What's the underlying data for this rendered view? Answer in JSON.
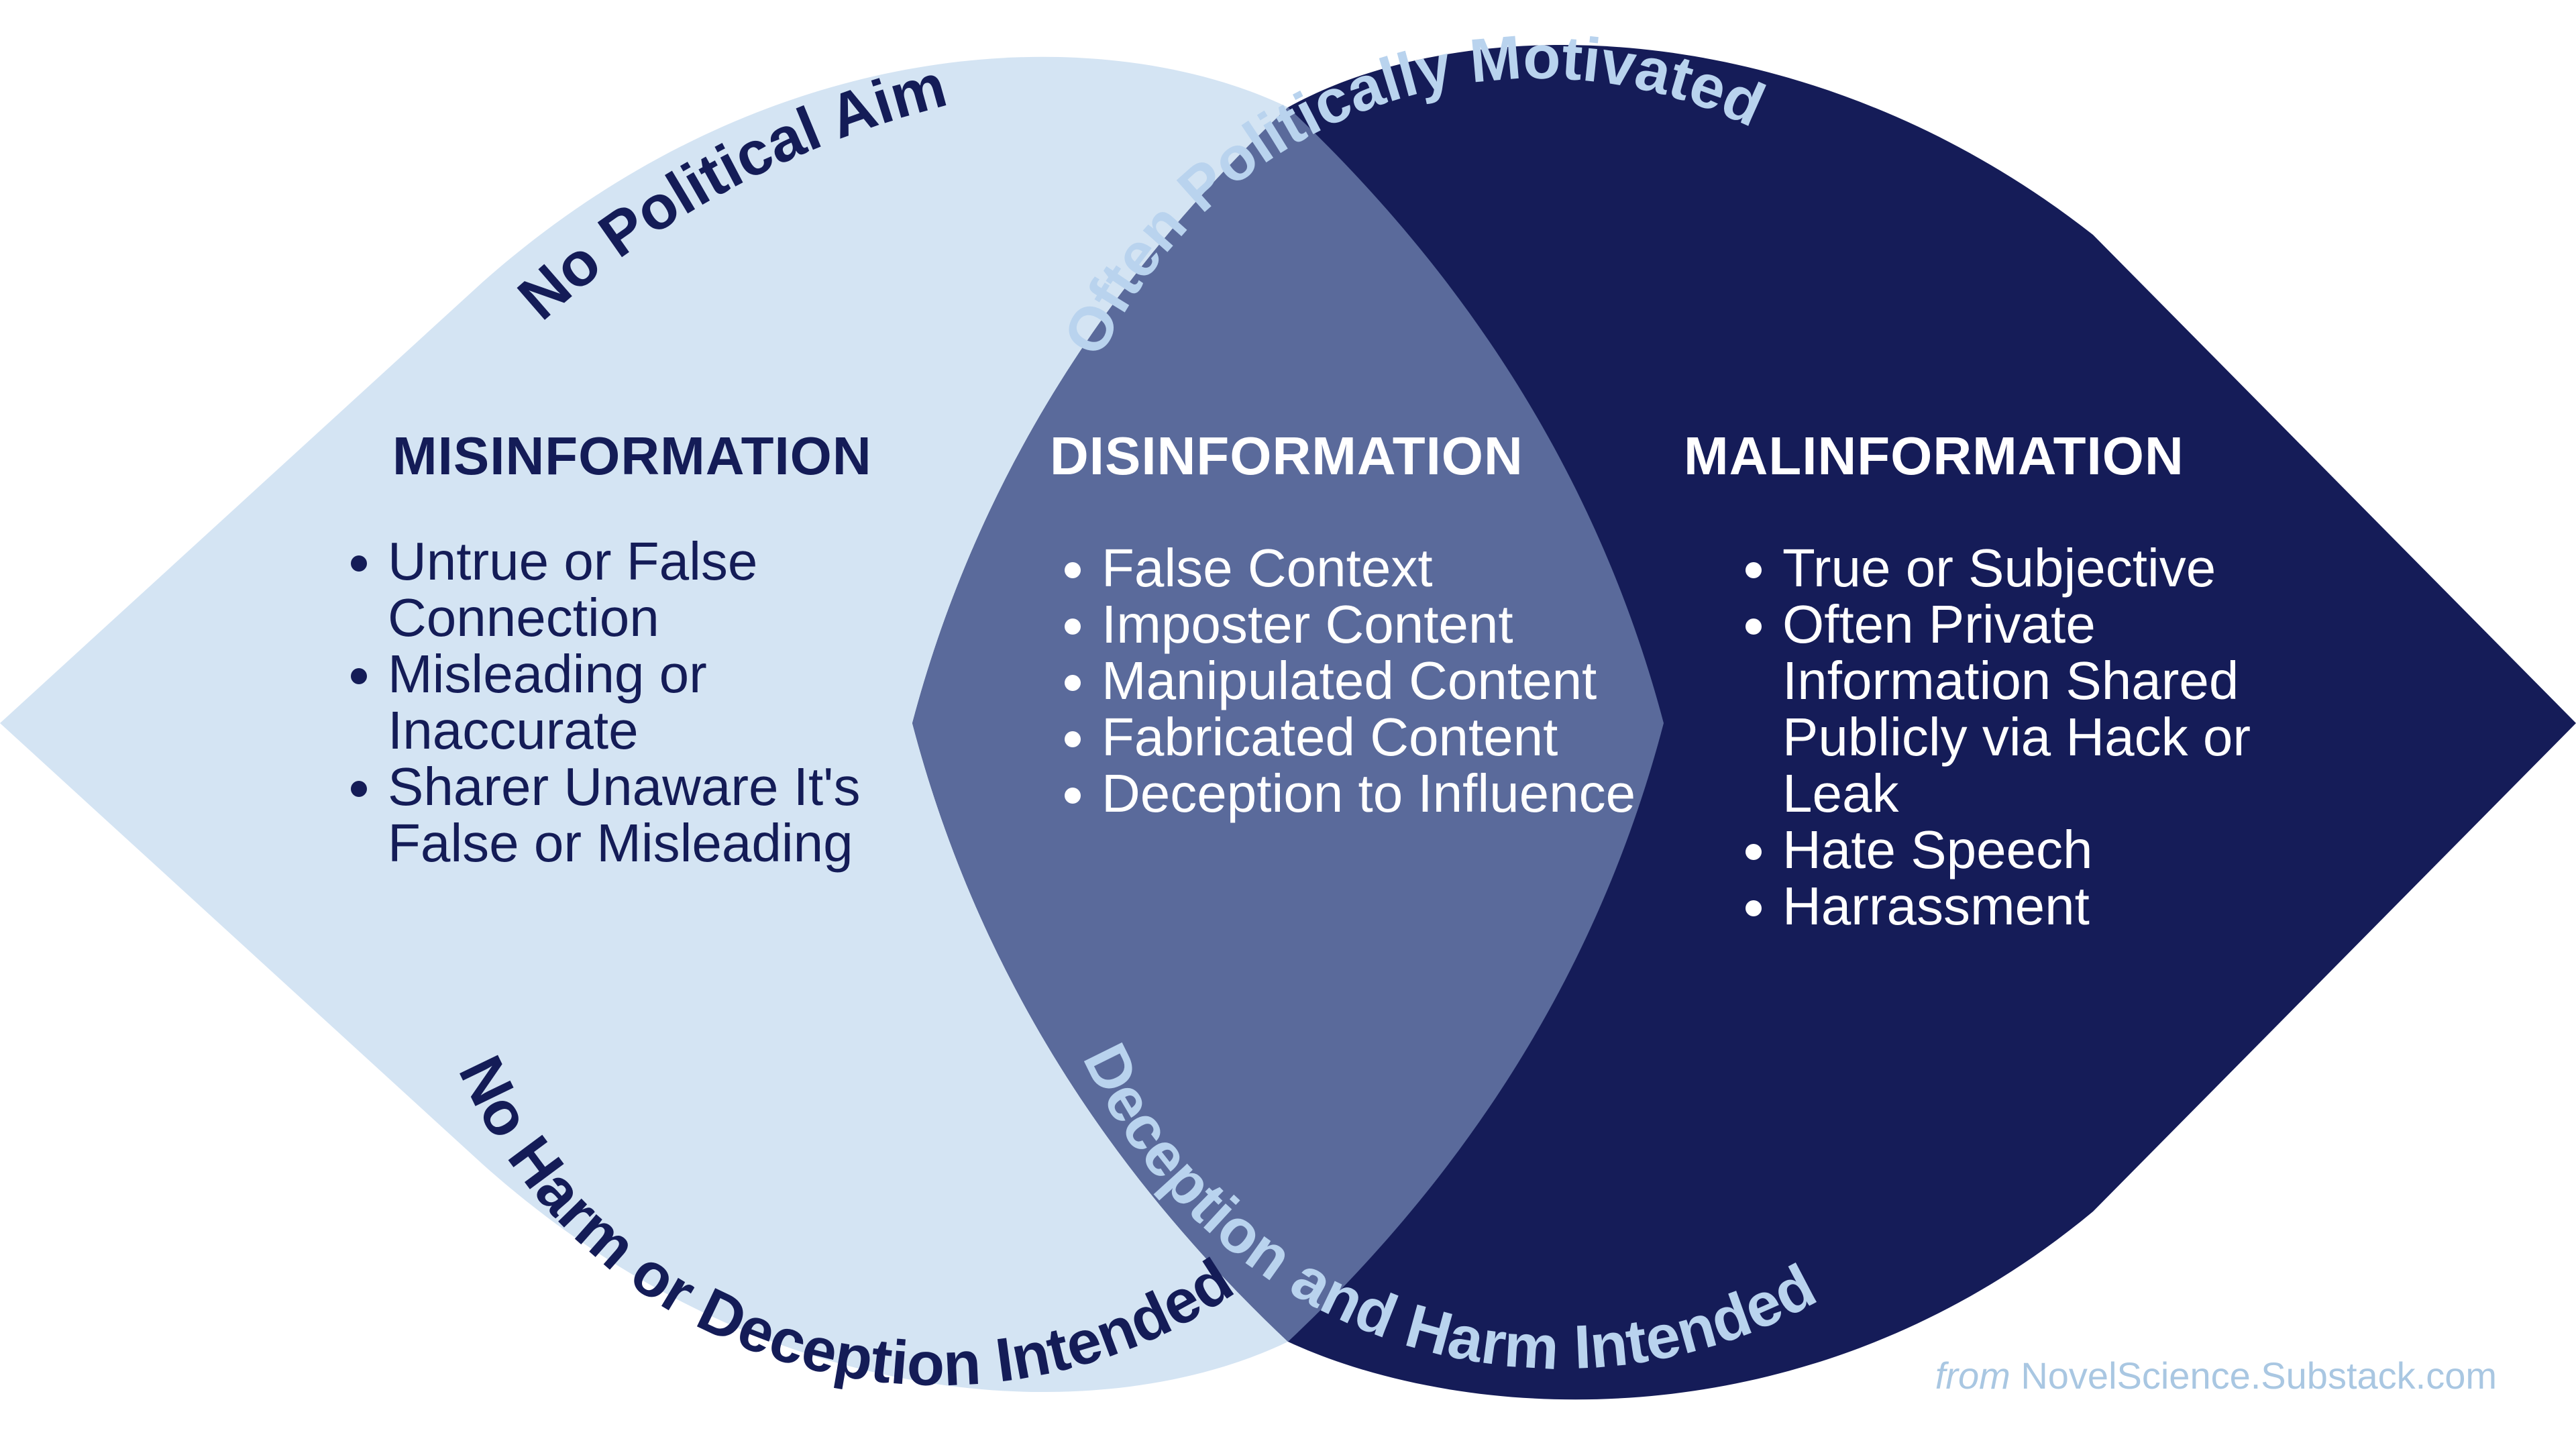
{
  "colors": {
    "background": "#ffffff",
    "misinformation_fill": "#d4e4f3",
    "malinformation_fill": "#151c58",
    "overlap_fill": "#5a6a9b",
    "dark_text": "#141c57",
    "light_text": "#ffffff",
    "pale_text": "#b9d3ee",
    "credit_text": "#a9c7e2"
  },
  "arcs": {
    "top_left": "No Political Aim",
    "top_right": "Often Politically Motivated",
    "bottom_left": "No Harm or Deception Intended",
    "bottom_right": "Deception and Harm Intended"
  },
  "sections": {
    "misinformation": {
      "title": "MISINFORMATION",
      "items": [
        "Untrue or False Connection",
        "Misleading or Inaccurate",
        "Sharer Unaware It's False or Misleading"
      ]
    },
    "disinformation": {
      "title": "DISINFORMATION",
      "items": [
        "False Context",
        "Imposter Content",
        "Manipulated Content",
        "Fabricated Content",
        "Deception to Influence"
      ]
    },
    "malinformation": {
      "title": "MALINFORMATION",
      "items": [
        "True or Subjective",
        "Often Private Information Shared Publicly via Hack or Leak",
        "Hate Speech",
        "Harrassment"
      ]
    }
  },
  "credit": {
    "prefix": "from",
    "source": "NovelScience.Substack.com"
  }
}
